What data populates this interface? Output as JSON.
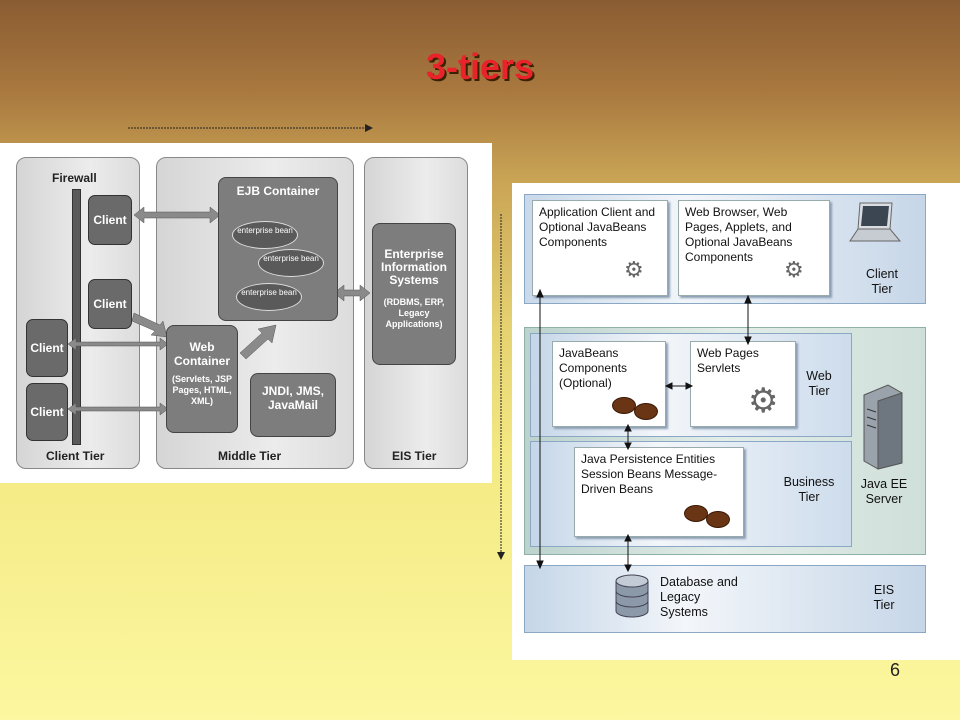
{
  "slide": {
    "title": "3-tiers",
    "page_number": "6"
  },
  "left_diagram": {
    "client_tier": {
      "caption": "Client Tier",
      "firewall_label": "Firewall",
      "clients": [
        "Client",
        "Client",
        "Client",
        "Client"
      ]
    },
    "middle_tier": {
      "caption": "Middle Tier",
      "ejb_container": {
        "title": "EJB Container",
        "beans": [
          "enterprise bean",
          "enterprise bean",
          "enterprise bean"
        ]
      },
      "web_container": {
        "title": "Web Container",
        "details": "(Servlets, JSP Pages, HTML, XML)"
      },
      "services": "JNDI, JMS, JavaMail"
    },
    "eis_tier": {
      "caption": "EIS Tier",
      "box_title": "Enterprise Information Systems",
      "box_details": "(RDBMS, ERP, Legacy Applications)"
    }
  },
  "right_diagram": {
    "client_tier": {
      "label": "Client Tier",
      "app_client": "Application Client and Optional JavaBeans Components",
      "web_browser": "Web Browser, Web Pages, Applets, and Optional JavaBeans Components"
    },
    "web_tier": {
      "label": "Web Tier",
      "javabeans": "JavaBeans Components (Optional)",
      "web_pages": "Web Pages Servlets"
    },
    "business_tier": {
      "label": "Business Tier",
      "content": "Java Persistence Entities Session Beans Message-Driven Beans"
    },
    "server_label": "Java EE Server",
    "eis_tier": {
      "label": "EIS Tier",
      "database": "Database and Legacy Systems"
    }
  }
}
